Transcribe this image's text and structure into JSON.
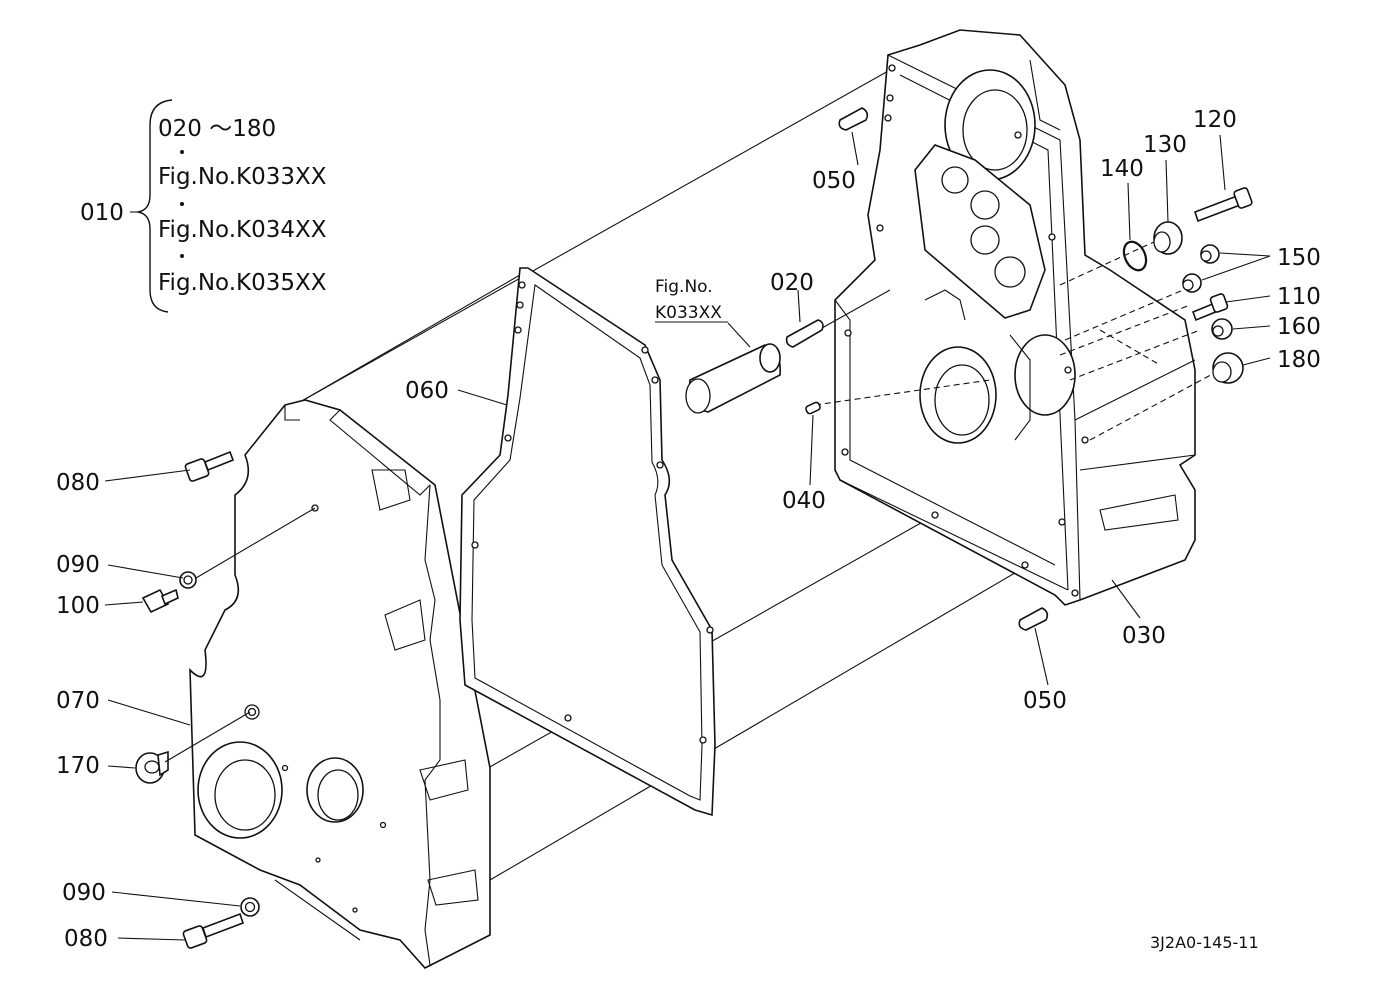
{
  "assembly": {
    "main_label": "010",
    "lines": [
      "020 ～180",
      "Fig.No.K033XX",
      "Fig.No.K034XX",
      "Fig.No.K035XX"
    ]
  },
  "callouts": {
    "p020": "020",
    "p030": "030",
    "p040": "040",
    "p050a": "050",
    "p050b": "050",
    "p060": "060",
    "p070": "070",
    "p080a": "080",
    "p080b": "080",
    "p090a": "090",
    "p090b": "090",
    "p100": "100",
    "p110": "110",
    "p120": "120",
    "p130": "130",
    "p140": "140",
    "p150": "150",
    "p160": "160",
    "p170": "170",
    "p180": "180"
  },
  "subref": {
    "line1": "Fig.No.",
    "line2": "K033XX"
  },
  "drawing_code": "3J2A0-145-11"
}
